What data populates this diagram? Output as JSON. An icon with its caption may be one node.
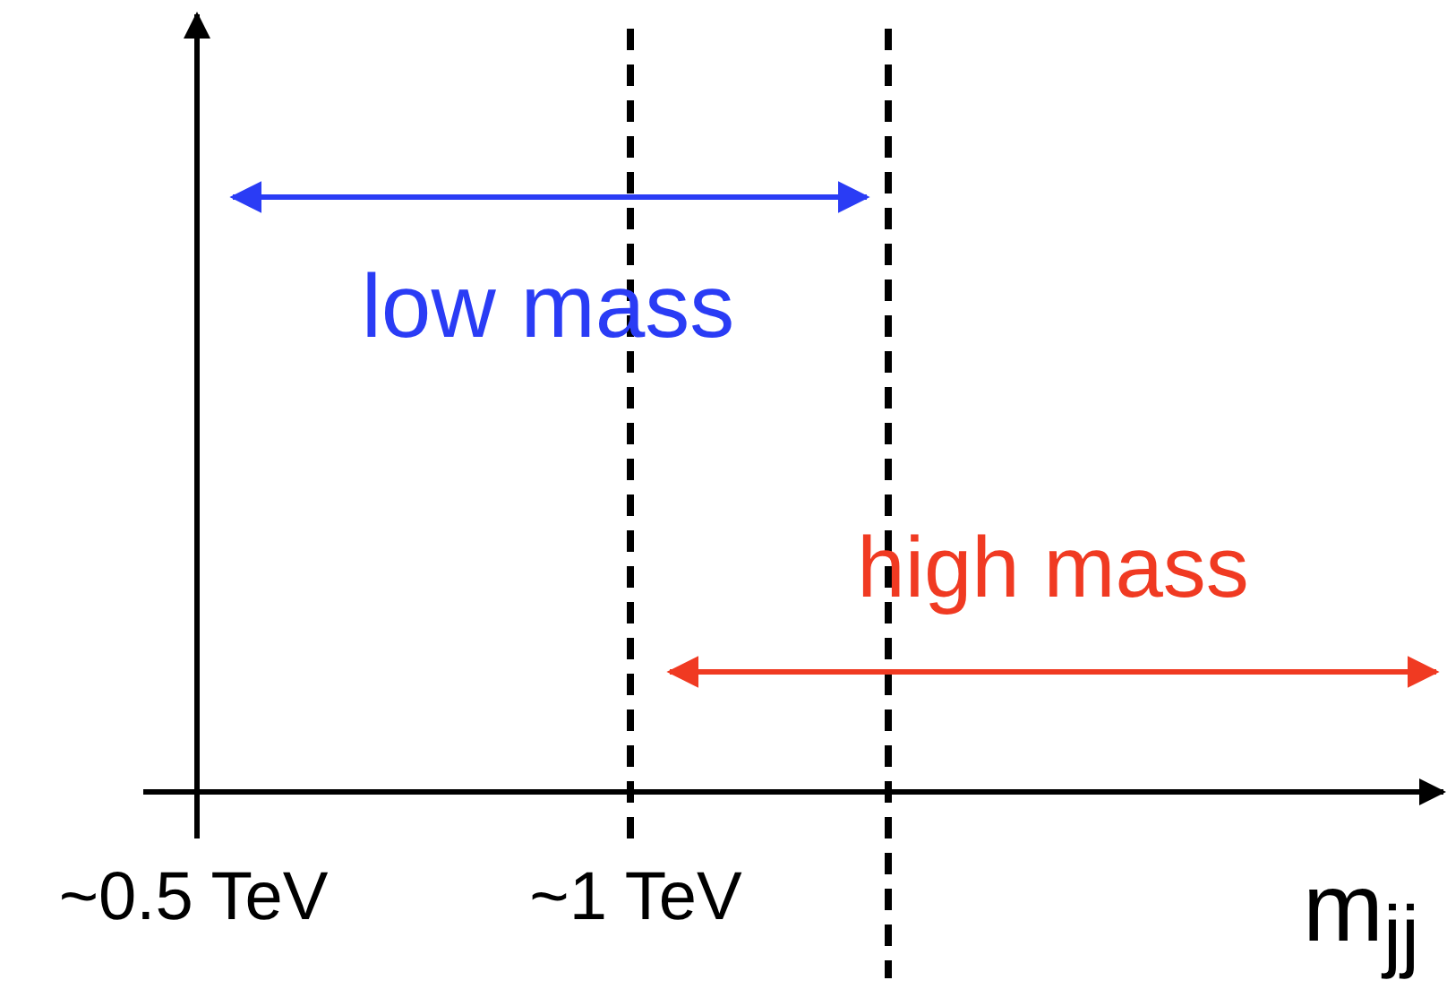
{
  "diagram": {
    "labels": [
      "low mass",
      "high mass",
      "~0.5 TeV",
      "~1 TeV",
      "m$_{jj}$"
    ]
  }
}
